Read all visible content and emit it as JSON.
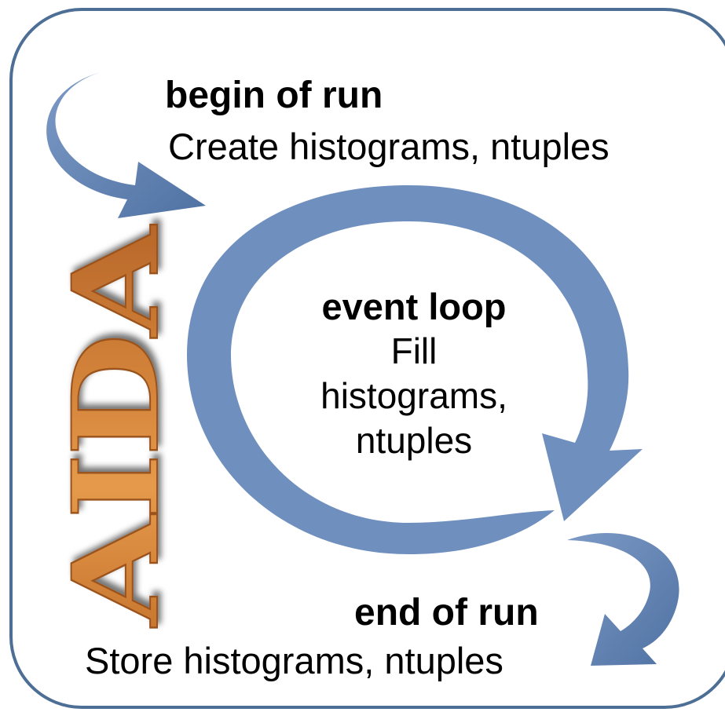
{
  "logo": {
    "text": "AIDA",
    "wood_color": "#d98a3c",
    "wood_dark": "#a6581c"
  },
  "colors": {
    "frame_border": "#4e6f95",
    "arrow_blue": "#6f8fbe",
    "arrow_blue_dark": "#4d6f9f"
  },
  "begin_of_run": {
    "title": "begin of run",
    "description": "Create histograms, ntuples"
  },
  "event_loop": {
    "title": "event loop",
    "line1": "Fill",
    "line2": "histograms,",
    "line3": "ntuples"
  },
  "end_of_run": {
    "title": "end of run",
    "description": "Store histograms, ntuples"
  }
}
